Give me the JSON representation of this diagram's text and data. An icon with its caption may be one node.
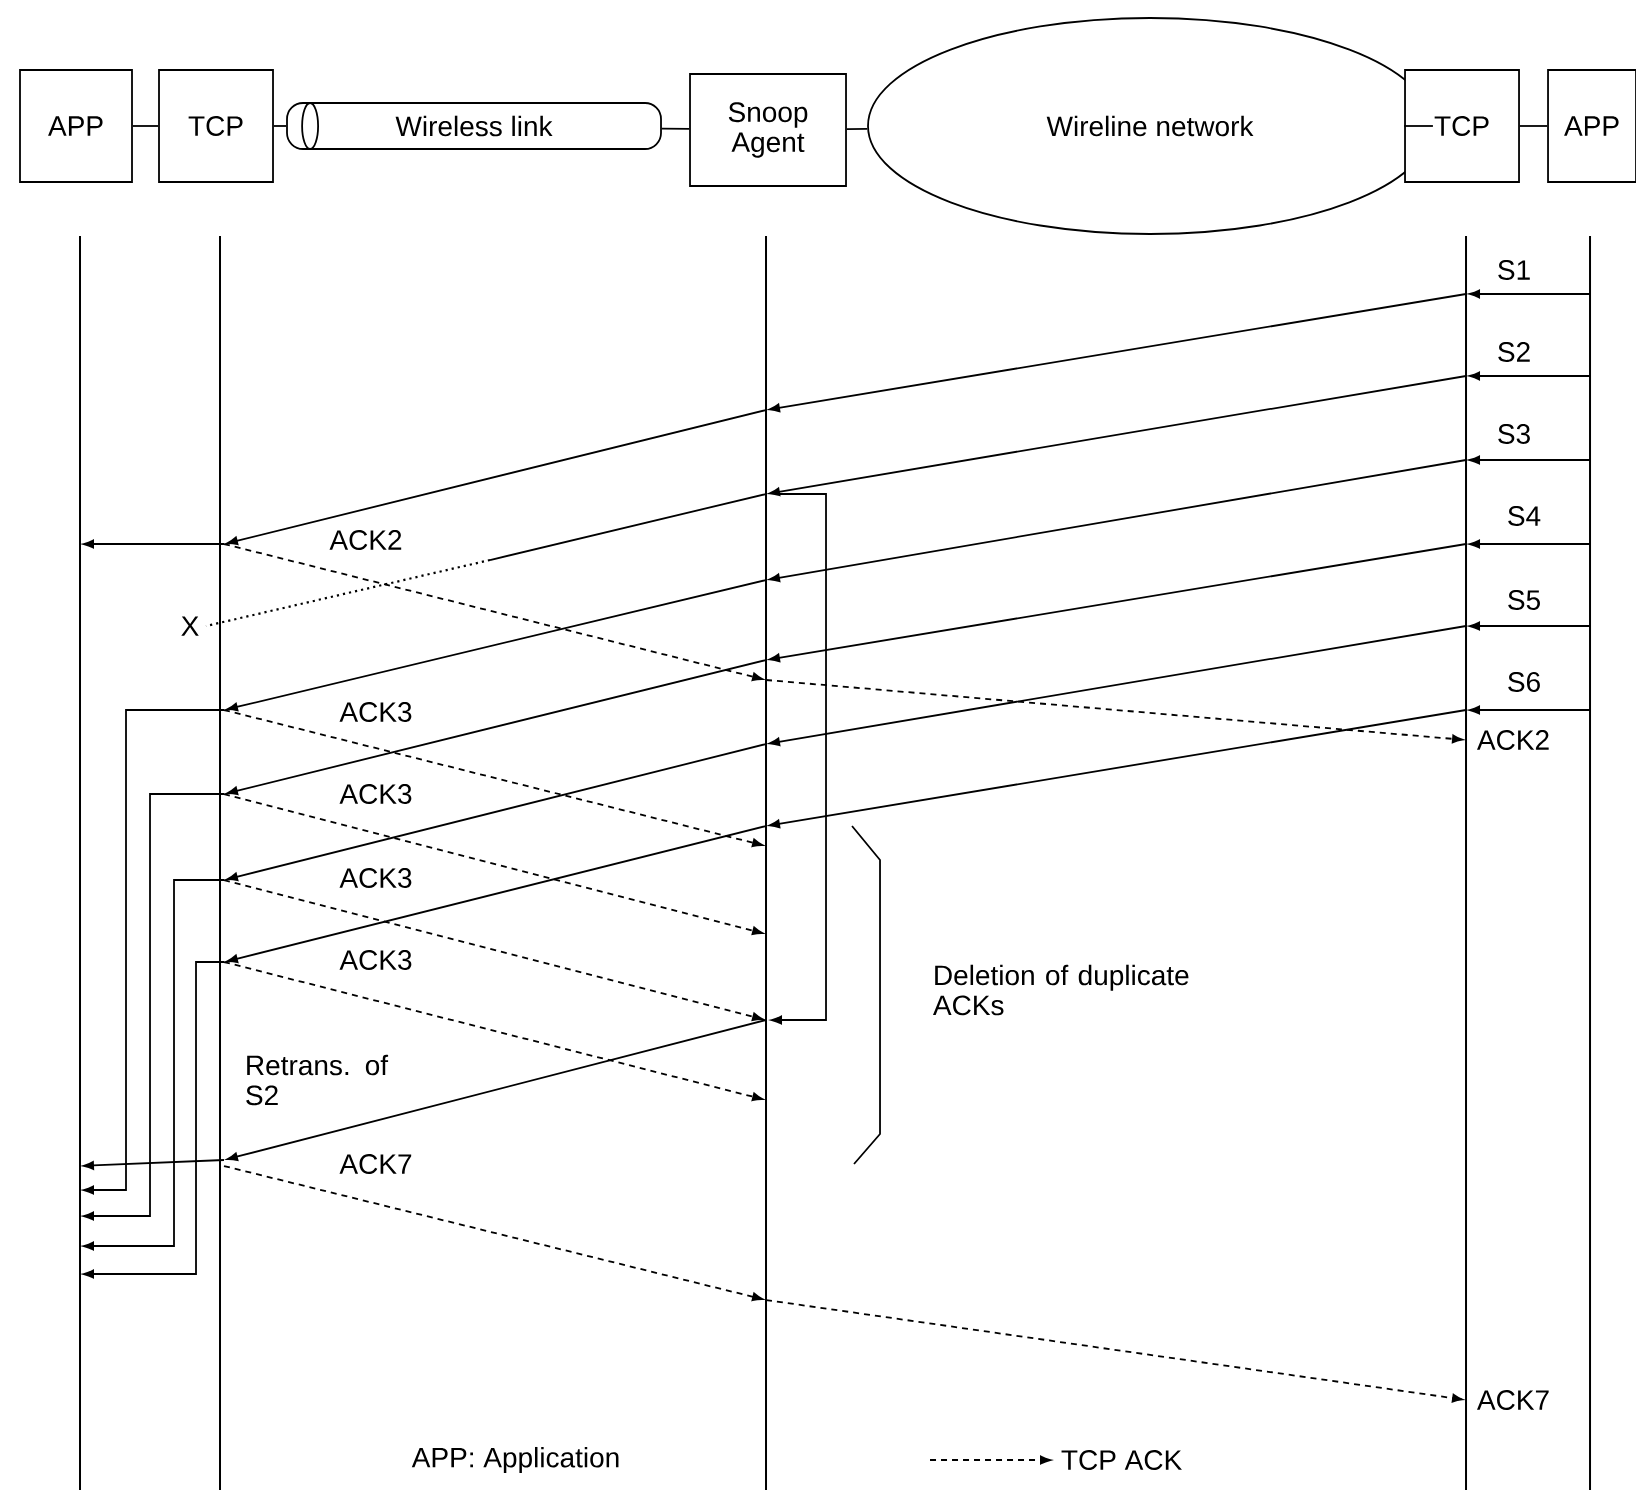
{
  "diagram": {
    "nodes": [
      {
        "text": [
          "APP"
        ]
      },
      {
        "text": [
          "TCP"
        ]
      },
      {
        "text": [
          "Wireless link"
        ]
      },
      {
        "text": [
          "Snoop Agent"
        ]
      },
      {
        "text": [
          "Wireline network"
        ]
      },
      {
        "text": [
          "TCP"
        ]
      },
      {
        "text": [
          "APP"
        ]
      }
    ],
    "edges": [
      {
        "from": 0,
        "to": 1,
        "arrow": "none"
      },
      {
        "from": 1,
        "to": 2,
        "arrow": "none"
      },
      {
        "from": 2,
        "to": 3,
        "arrow": "none"
      },
      {
        "from": 3,
        "to": 4,
        "arrow": "none"
      },
      {
        "from": 4,
        "to": 5,
        "arrow": "none"
      },
      {
        "from": 5,
        "to": 6,
        "arrow": "none"
      }
    ],
    "labels": [
      "S1",
      "S2",
      "S3",
      "ACK2",
      "S4",
      "X",
      "S5",
      "ACK3",
      "S6",
      "ACK2",
      "ACK3",
      "ACK3",
      "ACK3",
      "Deletion of duplicate ACKs",
      "Retrans. of S2",
      "ACK7",
      "ACK7",
      "APP: Application"
    ],
    "legend": [
      {
        "text": "TCP ACK"
      }
    ]
  }
}
